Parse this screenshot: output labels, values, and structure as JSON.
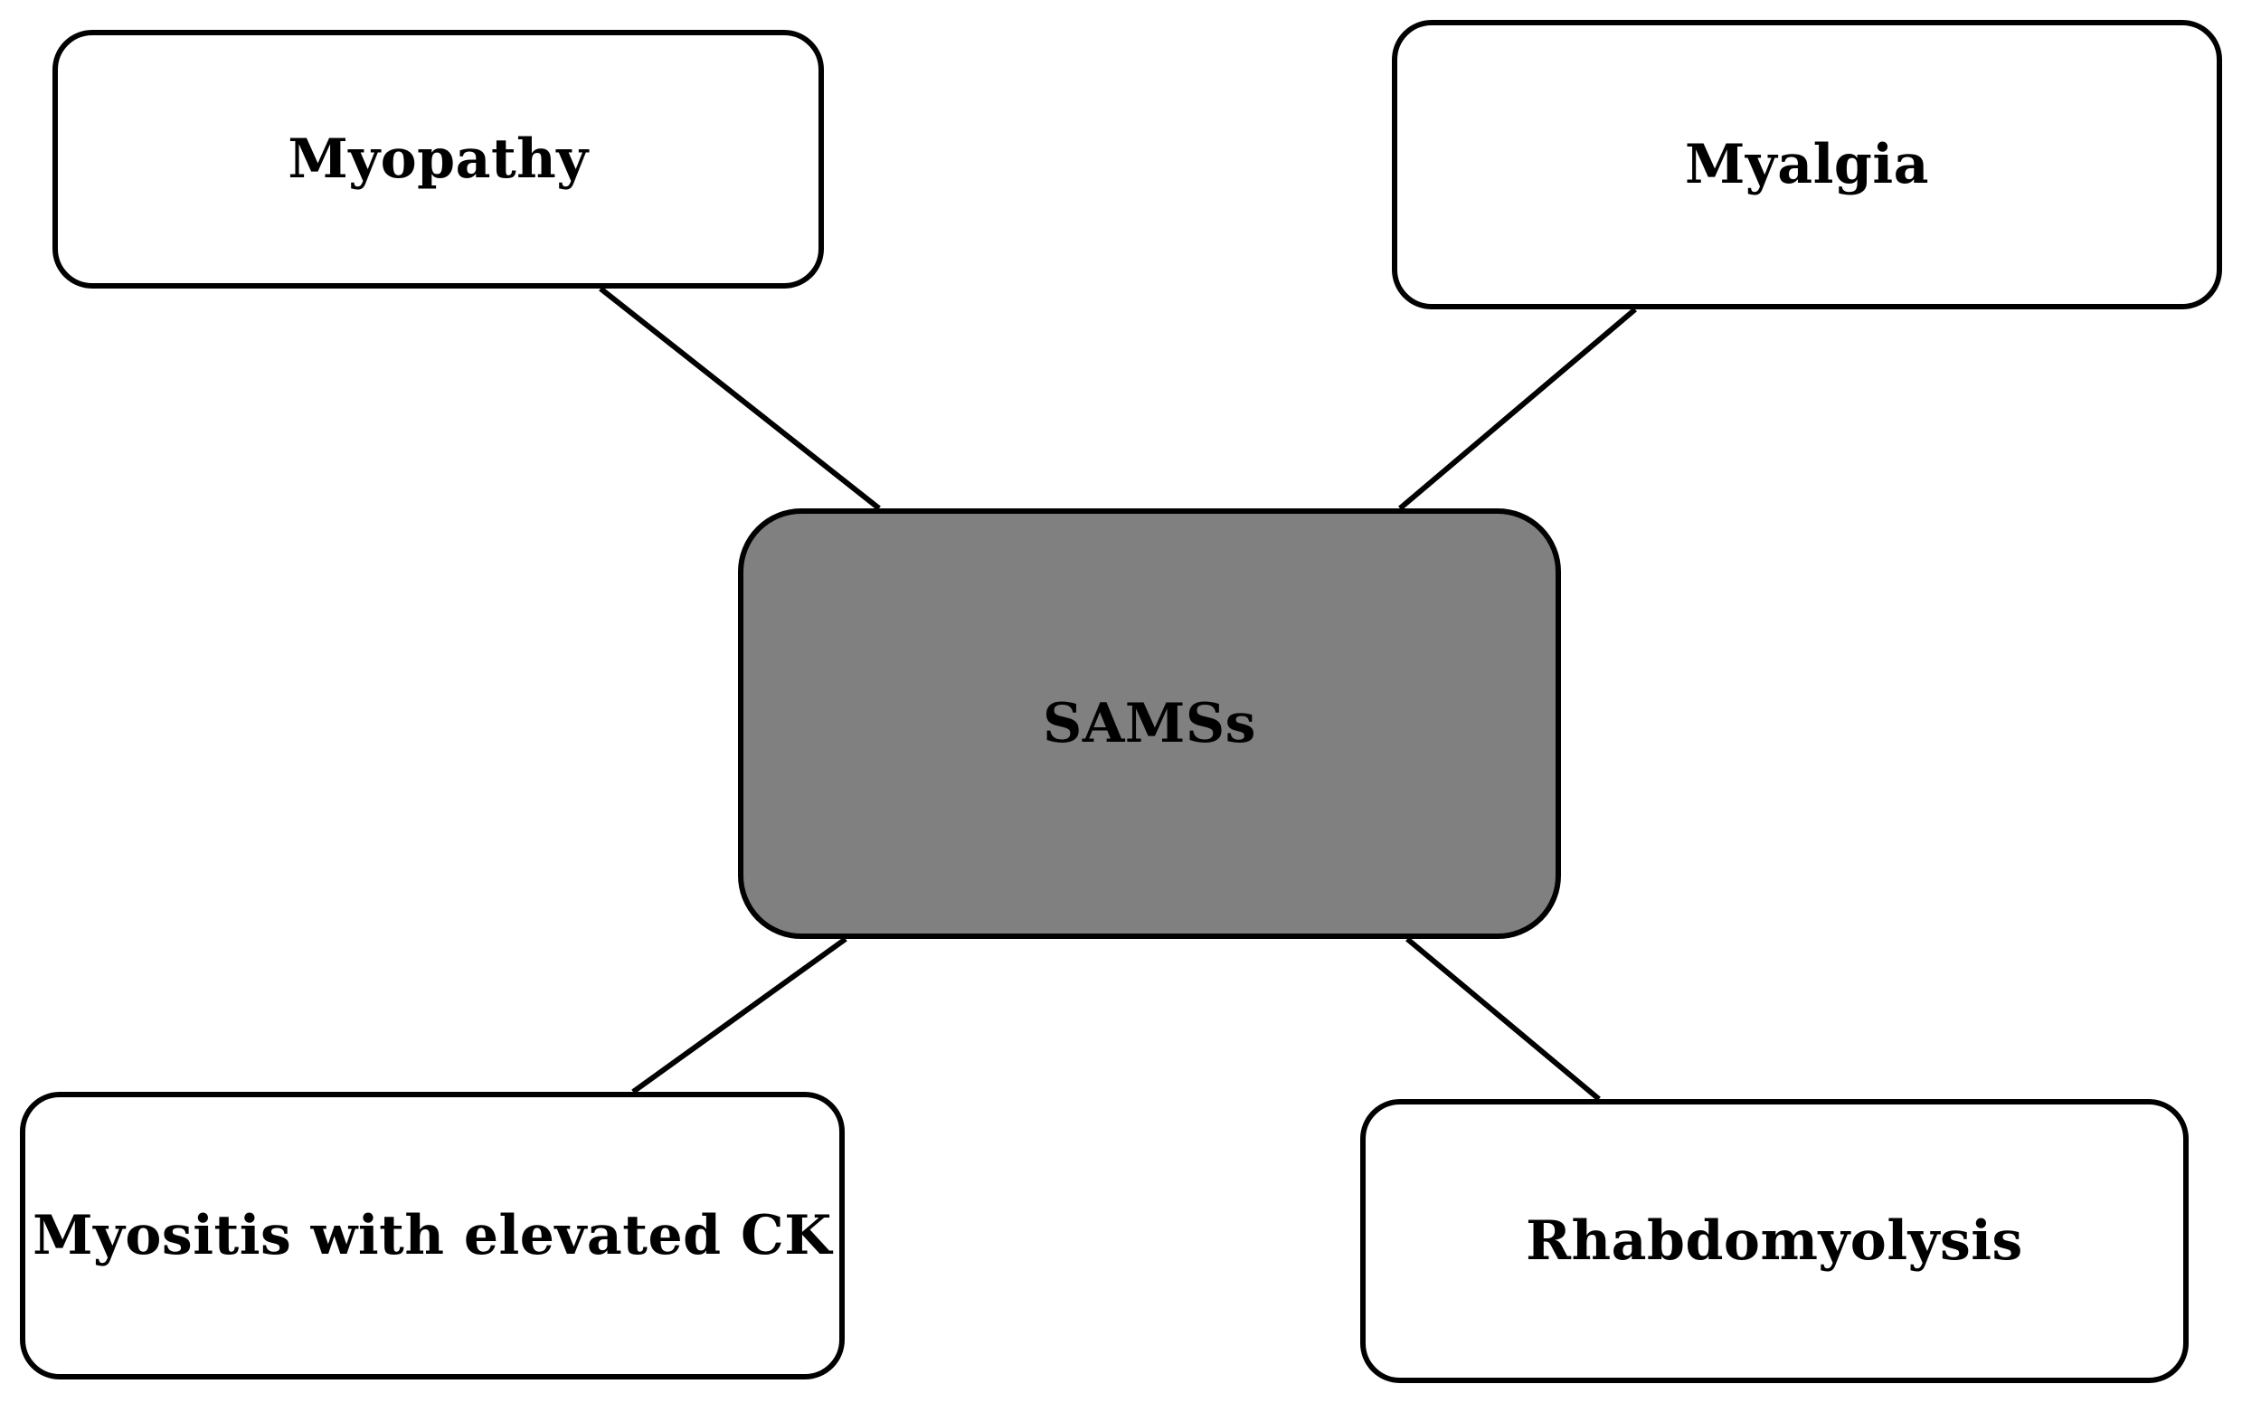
{
  "diagram": {
    "center": {
      "label": "SAMSs",
      "fill": "#808080"
    },
    "nodes": [
      {
        "id": "myopathy",
        "label": "Myopathy"
      },
      {
        "id": "myalgia",
        "label": "Myalgia"
      },
      {
        "id": "myositis",
        "label": "Myositis with elevated CK"
      },
      {
        "id": "rhabdomyolysis",
        "label": "Rhabdomyolysis"
      }
    ],
    "colors": {
      "stroke": "#000000",
      "node_fill": "#ffffff"
    }
  }
}
